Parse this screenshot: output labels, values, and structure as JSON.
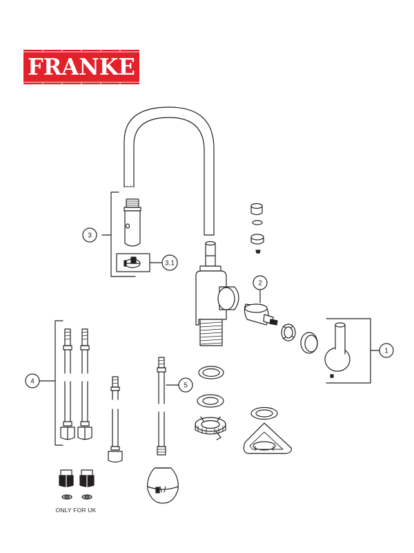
{
  "brand": {
    "name": "FRANKE",
    "color": "#e2222b",
    "text_color": "#ffffff"
  },
  "callouts": {
    "c1": "1",
    "c2": "2",
    "c3": "3",
    "c3_1": "3.1",
    "c4": "4",
    "c5": "5"
  },
  "note": "ONLY FOR UK",
  "colors": {
    "line": "#231f20",
    "fill": "#ffffff",
    "shade": "#d9d9d9"
  }
}
